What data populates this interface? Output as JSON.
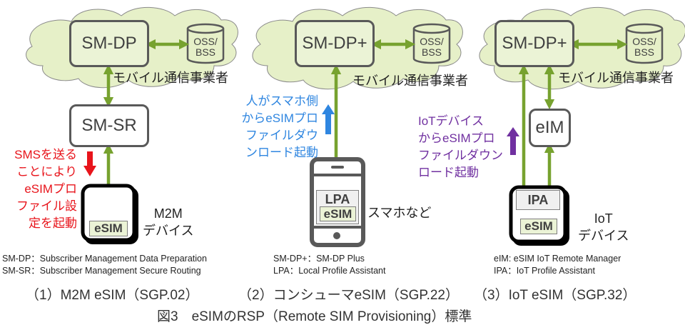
{
  "colors": {
    "cloud_fill": "#e6f0c8",
    "box_fill": "#ebf3d6",
    "arrow_green": "#77a22f",
    "border_gray": "#595959",
    "red": "#e8141b",
    "blue": "#2f86e0",
    "purple": "#7030a0"
  },
  "panels": [
    {
      "server": "SM-DP",
      "db": [
        "OSS/",
        "BSS"
      ],
      "carrier": "モバイル通信事業者",
      "router": "SM-SR",
      "annotation": [
        "SMSを送る",
        "ことにより",
        "eSIMプロ",
        "ファイル設",
        "定を起動"
      ],
      "esim": "eSIM",
      "device": [
        "M2M",
        "デバイス"
      ],
      "glossary": [
        "SM-DP：Subscriber Management Data Preparation",
        "SM-SR：Subscriber Management Secure Routing"
      ],
      "title": "（1）M2M eSIM（SGP.02）"
    },
    {
      "server": "SM-DP+",
      "db": [
        "OSS/",
        "BSS"
      ],
      "carrier": "モバイル通信事業者",
      "annotation": [
        "人がスマホ側",
        "からeSIMプロ",
        "ファイルダウ",
        "ンロード起動"
      ],
      "lpa": "LPA",
      "esim": "eSIM",
      "device": [
        "スマホなど"
      ],
      "glossary": [
        "SM-DP+：SM-DP Plus",
        "LPA：Local Profile Assistant"
      ],
      "title": "（2）コンシューマeSIM（SGP.22）"
    },
    {
      "server": "SM-DP+",
      "db": [
        "OSS/",
        "BSS"
      ],
      "carrier": "モバイル通信事業者",
      "manager": "eIM",
      "annotation": [
        "IoTデバイス",
        "からeSIMプロ",
        "ファイルダウン",
        "ロード起動"
      ],
      "ipa": "IPA",
      "esim": "eSIM",
      "device": [
        "IoT",
        "デバイス"
      ],
      "glossary": [
        "eIM: eSIM IoT Remote Manager",
        "IPA：IoT Profile Assistant"
      ],
      "title": "（3）IoT eSIM（SGP.32）"
    }
  ],
  "figure_caption": "図3　eSIMのRSP（Remote SIM Provisioning）標準"
}
